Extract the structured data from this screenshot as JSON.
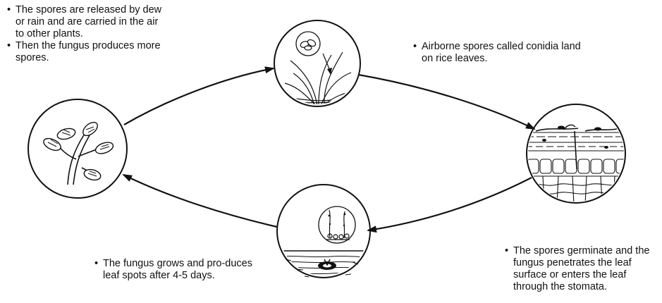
{
  "notes": {
    "top_left": [
      "The spores are released by dew or rain and are carried in the air to other plants.",
      "Then the fungus produces more spores."
    ],
    "top_right": [
      "Airborne spores called conidia land on rice leaves."
    ],
    "bottom_left": [
      "The fungus grows and pro-duces leaf spots after 4-5 days."
    ],
    "bottom_right": [
      "The spores germinate and the fungus penetrates the leaf surface or enters the leaf through the stomata."
    ]
  }
}
